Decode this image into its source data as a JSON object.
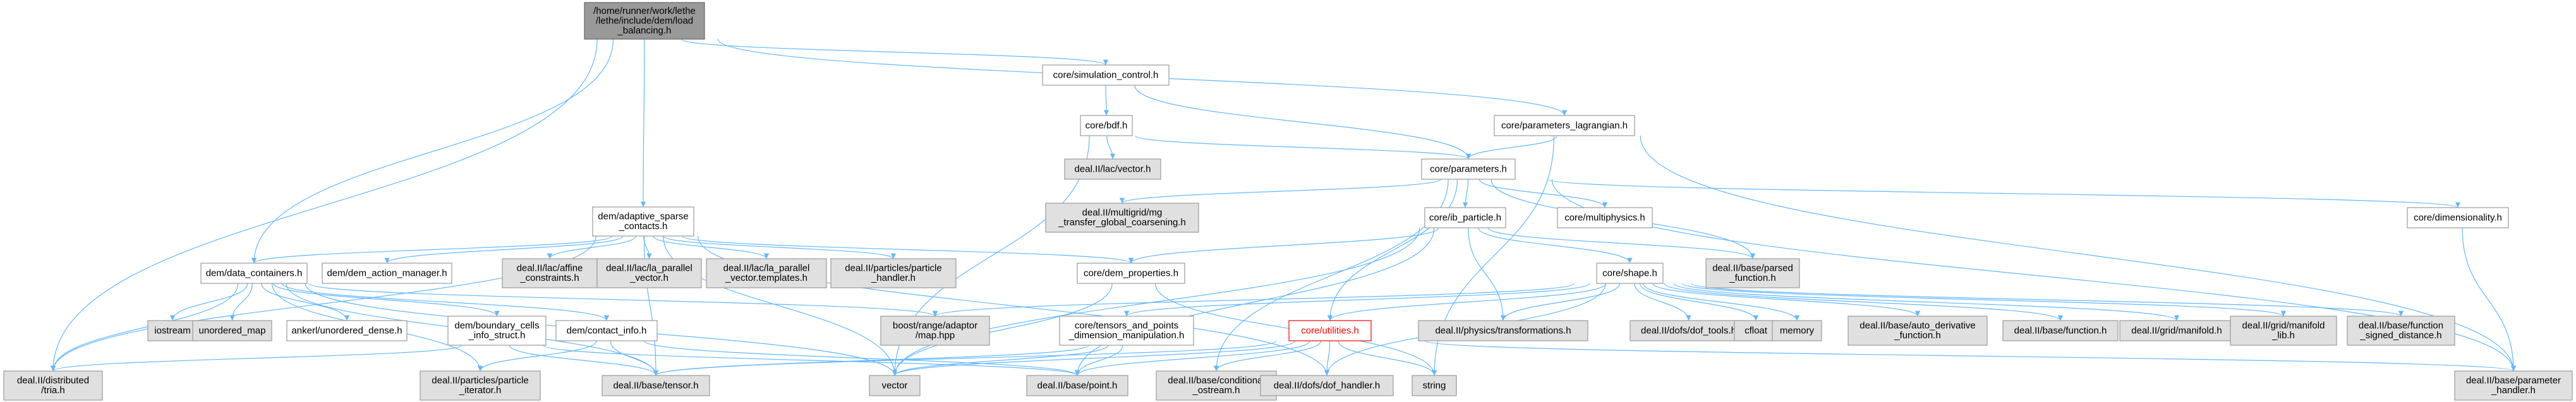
{
  "graph": {
    "edge_color": "#63b8ff",
    "arrowhead": "arrow-head",
    "nodes": [
      {
        "id": "root",
        "lines": [
          "/home/runner/work/lethe",
          "/lethe/include/dem/load",
          "_balancing.h"
        ],
        "style": "root"
      },
      {
        "id": "sim",
        "lines": [
          "core/simulation_control.h"
        ],
        "style": "white"
      },
      {
        "id": "plag",
        "lines": [
          "core/parameters_lagrangian.h"
        ],
        "style": "white"
      },
      {
        "id": "bdf",
        "lines": [
          "core/bdf.h"
        ],
        "style": "white"
      },
      {
        "id": "lacvec",
        "lines": [
          "deal.II/lac/vector.h"
        ],
        "style": "grey"
      },
      {
        "id": "params",
        "lines": [
          "core/parameters.h"
        ],
        "style": "white"
      },
      {
        "id": "mgt",
        "lines": [
          "deal.II/multigrid/mg",
          "_transfer_global_coarsening.h"
        ],
        "style": "grey"
      },
      {
        "id": "multiphys",
        "lines": [
          "core/multiphysics.h"
        ],
        "style": "white"
      },
      {
        "id": "dimen",
        "lines": [
          "core/dimensionality.h"
        ],
        "style": "white"
      },
      {
        "id": "ibp",
        "lines": [
          "core/ib_particle.h"
        ],
        "style": "white"
      },
      {
        "id": "parsed",
        "lines": [
          "deal.II/base/parsed",
          "_function.h"
        ],
        "style": "grey"
      },
      {
        "id": "adapt",
        "lines": [
          "dem/adaptive_sparse",
          "_contacts.h"
        ],
        "style": "white"
      },
      {
        "id": "dcont",
        "lines": [
          "dem/data_containers.h"
        ],
        "style": "white"
      },
      {
        "id": "dact",
        "lines": [
          "dem/dem_action_manager.h"
        ],
        "style": "white"
      },
      {
        "id": "affine",
        "lines": [
          "deal.II/lac/affine",
          "_constraints.h"
        ],
        "style": "grey"
      },
      {
        "id": "lapar",
        "lines": [
          "deal.II/lac/la_parallel",
          "_vector.h"
        ],
        "style": "grey"
      },
      {
        "id": "lapartpl",
        "lines": [
          "deal.II/lac/la_parallel",
          "_vector.templates.h"
        ],
        "style": "grey"
      },
      {
        "id": "phandler",
        "lines": [
          "deal.II/particles/particle",
          "_handler.h"
        ],
        "style": "grey"
      },
      {
        "id": "demprop",
        "lines": [
          "core/dem_properties.h"
        ],
        "style": "white"
      },
      {
        "id": "shape",
        "lines": [
          "core/shape.h"
        ],
        "style": "white"
      },
      {
        "id": "iostream",
        "lines": [
          "iostream"
        ],
        "style": "grey"
      },
      {
        "id": "umap",
        "lines": [
          "unordered_map"
        ],
        "style": "grey"
      },
      {
        "id": "anker",
        "lines": [
          "ankerl/unordered_dense.h"
        ],
        "style": "white"
      },
      {
        "id": "bcells",
        "lines": [
          "dem/boundary_cells",
          "_info_struct.h"
        ],
        "style": "white"
      },
      {
        "id": "cinfo",
        "lines": [
          "dem/contact_info.h"
        ],
        "style": "white"
      },
      {
        "id": "boostmap",
        "lines": [
          "boost/range/adaptor",
          "/map.hpp"
        ],
        "style": "grey"
      },
      {
        "id": "tensors",
        "lines": [
          "core/tensors_and_points",
          "_dimension_manipulation.h"
        ],
        "style": "white"
      },
      {
        "id": "util",
        "lines": [
          "core/utilities.h"
        ],
        "style": "red"
      },
      {
        "id": "phystrans",
        "lines": [
          "deal.II/physics/transformations.h"
        ],
        "style": "grey"
      },
      {
        "id": "doftools",
        "lines": [
          "deal.II/dofs/dof_tools.h"
        ],
        "style": "grey"
      },
      {
        "id": "cfloat",
        "lines": [
          "cfloat"
        ],
        "style": "grey"
      },
      {
        "id": "memory",
        "lines": [
          "memory"
        ],
        "style": "grey"
      },
      {
        "id": "autoder",
        "lines": [
          "deal.II/base/auto_derivative",
          "_function.h"
        ],
        "style": "grey"
      },
      {
        "id": "bfunc",
        "lines": [
          "deal.II/base/function.h"
        ],
        "style": "grey"
      },
      {
        "id": "gmanifold",
        "lines": [
          "deal.II/grid/manifold.h"
        ],
        "style": "grey"
      },
      {
        "id": "gmanlib",
        "lines": [
          "deal.II/grid/manifold",
          "_lib.h"
        ],
        "style": "grey"
      },
      {
        "id": "sdist",
        "lines": [
          "deal.II/base/function",
          "_signed_distance.h"
        ],
        "style": "grey"
      },
      {
        "id": "tria",
        "lines": [
          "deal.II/distributed",
          "/tria.h"
        ],
        "style": "grey"
      },
      {
        "id": "piter",
        "lines": [
          "deal.II/particles/particle",
          "_iterator.h"
        ],
        "style": "grey"
      },
      {
        "id": "tensor",
        "lines": [
          "deal.II/base/tensor.h"
        ],
        "style": "grey"
      },
      {
        "id": "vector",
        "lines": [
          "vector"
        ],
        "style": "grey"
      },
      {
        "id": "point",
        "lines": [
          "deal.II/base/point.h"
        ],
        "style": "grey"
      },
      {
        "id": "condos",
        "lines": [
          "deal.II/base/conditional",
          "_ostream.h"
        ],
        "style": "grey"
      },
      {
        "id": "dofh",
        "lines": [
          "deal.II/dofs/dof_handler.h"
        ],
        "style": "grey"
      },
      {
        "id": "string",
        "lines": [
          "string"
        ],
        "style": "grey"
      },
      {
        "id": "phand",
        "lines": [
          "deal.II/base/parameter",
          "_handler.h"
        ],
        "style": "grey"
      }
    ],
    "edges": [
      [
        "root",
        "sim"
      ],
      [
        "root",
        "plag"
      ],
      [
        "root",
        "adapt"
      ],
      [
        "root",
        "dcont"
      ],
      [
        "root",
        "tria"
      ],
      [
        "sim",
        "bdf"
      ],
      [
        "sim",
        "params"
      ],
      [
        "plag",
        "params"
      ],
      [
        "plag",
        "phand"
      ],
      [
        "plag",
        "string"
      ],
      [
        "bdf",
        "lacvec"
      ],
      [
        "bdf",
        "params"
      ],
      [
        "bdf",
        "vector"
      ],
      [
        "params",
        "mgt"
      ],
      [
        "params",
        "multiphys"
      ],
      [
        "params",
        "dimen"
      ],
      [
        "params",
        "ibp"
      ],
      [
        "params",
        "parsed"
      ],
      [
        "params",
        "util"
      ],
      [
        "params",
        "phand"
      ],
      [
        "params",
        "condos"
      ],
      [
        "dimen",
        "phand"
      ],
      [
        "ibp",
        "demprop"
      ],
      [
        "ibp",
        "shape"
      ],
      [
        "ibp",
        "parsed"
      ],
      [
        "ibp",
        "phystrans"
      ],
      [
        "ibp",
        "point"
      ],
      [
        "ibp",
        "vector"
      ],
      [
        "adapt",
        "dcont"
      ],
      [
        "adapt",
        "dact"
      ],
      [
        "adapt",
        "affine"
      ],
      [
        "adapt",
        "lapar"
      ],
      [
        "adapt",
        "lapartpl"
      ],
      [
        "adapt",
        "phandler"
      ],
      [
        "adapt",
        "demprop"
      ],
      [
        "adapt",
        "tria"
      ],
      [
        "adapt",
        "tensor"
      ],
      [
        "adapt",
        "vector"
      ],
      [
        "adapt",
        "dofh"
      ],
      [
        "dcont",
        "iostream"
      ],
      [
        "dcont",
        "umap"
      ],
      [
        "dcont",
        "anker"
      ],
      [
        "dcont",
        "bcells"
      ],
      [
        "dcont",
        "cinfo"
      ],
      [
        "dcont",
        "boostmap"
      ],
      [
        "dcont",
        "tria"
      ],
      [
        "dcont",
        "piter"
      ],
      [
        "dcont",
        "tensor"
      ],
      [
        "dcont",
        "vector"
      ],
      [
        "bcells",
        "tria"
      ],
      [
        "bcells",
        "tensor"
      ],
      [
        "bcells",
        "point"
      ],
      [
        "cinfo",
        "piter"
      ],
      [
        "cinfo",
        "tensor"
      ],
      [
        "cinfo",
        "point"
      ],
      [
        "demprop",
        "vector"
      ],
      [
        "demprop",
        "string"
      ],
      [
        "shape",
        "tensors"
      ],
      [
        "shape",
        "util"
      ],
      [
        "shape",
        "boostmap"
      ],
      [
        "shape",
        "phystrans"
      ],
      [
        "shape",
        "doftools"
      ],
      [
        "shape",
        "cfloat"
      ],
      [
        "shape",
        "memory"
      ],
      [
        "shape",
        "autoder"
      ],
      [
        "shape",
        "bfunc"
      ],
      [
        "shape",
        "gmanifold"
      ],
      [
        "shape",
        "gmanlib"
      ],
      [
        "shape",
        "sdist"
      ],
      [
        "shape",
        "dofh"
      ],
      [
        "tensors",
        "tensor"
      ],
      [
        "tensors",
        "point"
      ],
      [
        "tensors",
        "vector"
      ],
      [
        "util",
        "tensor"
      ],
      [
        "util",
        "vector"
      ],
      [
        "util",
        "point"
      ],
      [
        "util",
        "condos"
      ],
      [
        "util",
        "dofh"
      ],
      [
        "util",
        "string"
      ],
      [
        "util",
        "phand"
      ]
    ]
  }
}
